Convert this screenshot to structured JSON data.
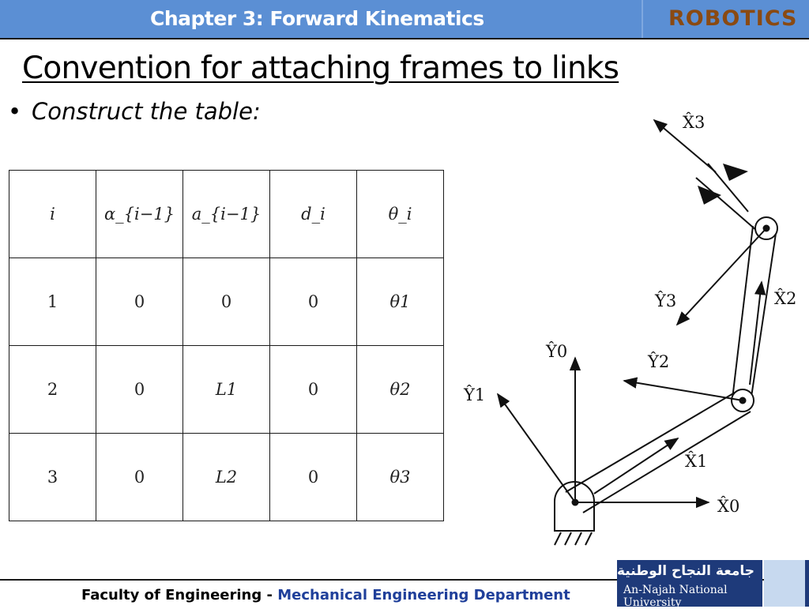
{
  "header": {
    "title": "Chapter 3: Forward Kinematics",
    "brand": "ROBOTICS"
  },
  "slide": {
    "title": "Convention for attaching frames to links",
    "bullet": "Construct the table:"
  },
  "table": {
    "headers": [
      "i",
      "α_{i−1}",
      "a_{i−1}",
      "d_i",
      "θ_i"
    ],
    "rows": [
      {
        "i": "1",
        "alpha": "0",
        "a": "0",
        "d": "0",
        "theta": "θ1"
      },
      {
        "i": "2",
        "alpha": "0",
        "a": "L1",
        "d": "0",
        "theta": "θ2"
      },
      {
        "i": "3",
        "alpha": "0",
        "a": "L2",
        "d": "0",
        "theta": "θ3"
      }
    ]
  },
  "diagram": {
    "x0": "X̂0",
    "y0": "Ŷ0",
    "x1": "X̂1",
    "y1": "Ŷ1",
    "x2": "X̂2",
    "y2": "Ŷ2",
    "x3": "X̂3",
    "y3": "Ŷ3"
  },
  "footer": {
    "faculty": "Faculty of Engineering - ",
    "department": "Mechanical Engineering Department"
  },
  "university": {
    "name_ar": "جامعة النجاح الوطنية",
    "name_en": "An-Najah National University"
  }
}
